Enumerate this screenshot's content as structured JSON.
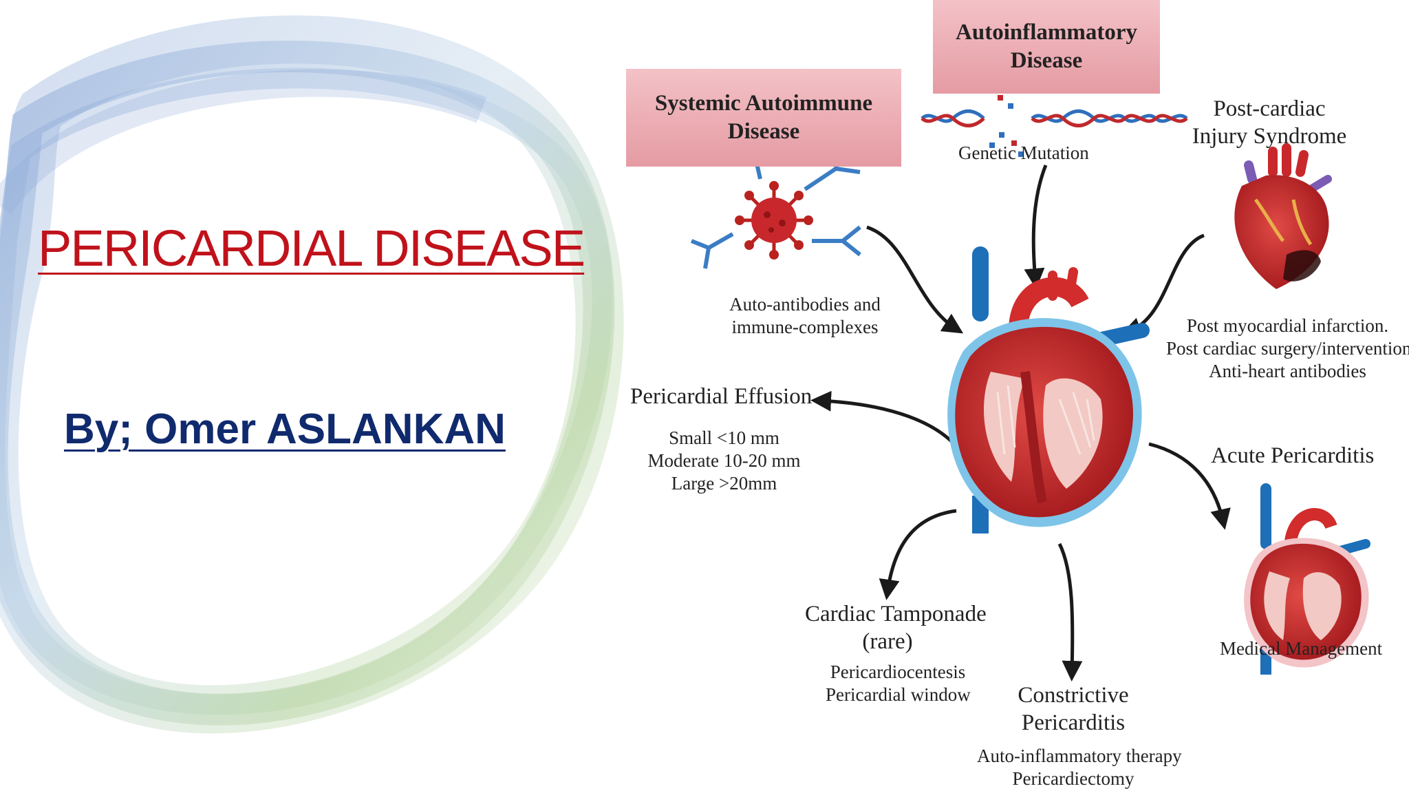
{
  "slide": {
    "title": "PERICARDIAL DISEASE",
    "author": "By; Omer ASLANKAN"
  },
  "figure": {
    "boxes": {
      "systemic": "Systemic Autoimmune Disease",
      "autoinflammatory": "Autoinflammatory Disease"
    },
    "labels": {
      "genetic_mutation": "Genetic Mutation",
      "post_cardiac_title": "Post-cardiac Injury Syndrome",
      "auto_antibodies": [
        "Auto-antibodies and",
        "immune-complexes"
      ],
      "post_cardiac_causes": [
        "Post myocardial infarction.",
        "Post cardiac surgery/intervention",
        "Anti-heart antibodies"
      ],
      "effusion_title": "Pericardial Effusion",
      "effusion_sizes": [
        "Small <10 mm",
        "Moderate 10-20 mm",
        "Large >20mm"
      ],
      "acute_title": "Acute Pericarditis",
      "acute_mgmt": "Medical Management",
      "tamponade_title": [
        "Cardiac Tamponade",
        "(rare)"
      ],
      "tamponade_mgmt": [
        "Pericardiocentesis",
        "Pericardial window"
      ],
      "constrictive_title": [
        "Constrictive",
        "Pericarditis"
      ],
      "constrictive_mgmt": [
        "Auto-inflammatory therapy",
        "Pericardiectomy"
      ]
    },
    "icons": [
      "virus-antibody-icon",
      "dna-helix-icon",
      "injured-heart-icon",
      "heart-cross-section-icon",
      "inflamed-heart-icon"
    ],
    "colors": {
      "title_red": "#c0121b",
      "author_blue": "#102a6e",
      "box_pink": "#e59ba3",
      "heart_red": "#c8282c",
      "vessel_blue": "#1d6fb8",
      "arrow": "#1a1a1a"
    }
  }
}
